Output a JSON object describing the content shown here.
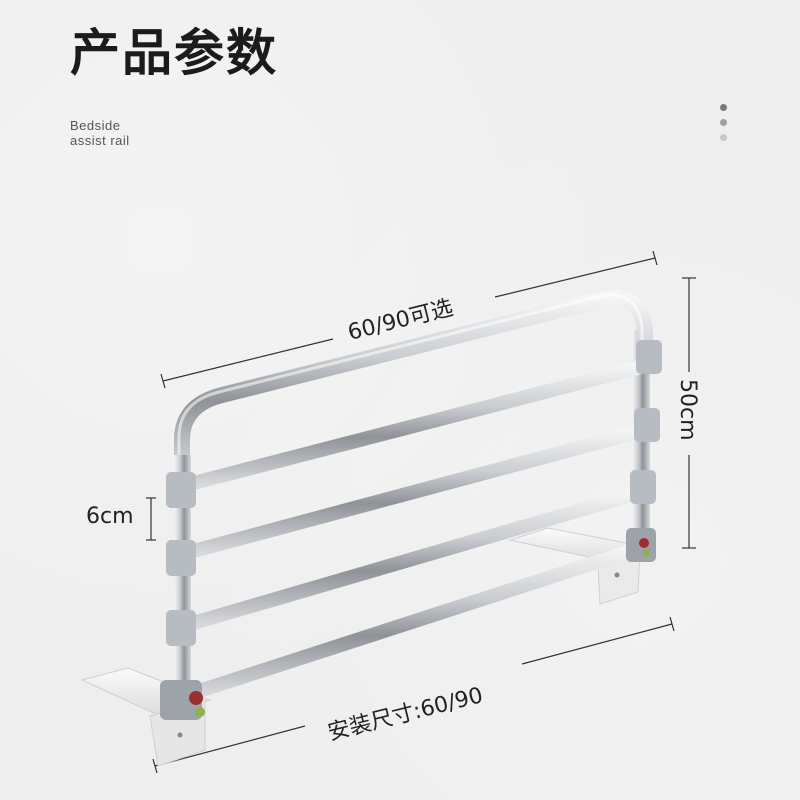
{
  "header": {
    "title": "产品参数",
    "subtitle_line1": "Bedside",
    "subtitle_line2": "assist rail"
  },
  "decoration": {
    "dot_colors": [
      "#7a7a7a",
      "#9e9e9e",
      "#c8c8c8"
    ]
  },
  "dimensions": {
    "length_label": "60/90可选",
    "height_label": "50cm",
    "spacing_label": "6cm",
    "install_label": "安装尺寸:60/90"
  },
  "colors": {
    "background": "#eeeeee",
    "rail_steel": "#b9bcbf",
    "connector": "#b7bcc2",
    "base_plate": "#f5f5f5",
    "lock_red": "#9c2f2f",
    "dimension_line": "#333333"
  }
}
